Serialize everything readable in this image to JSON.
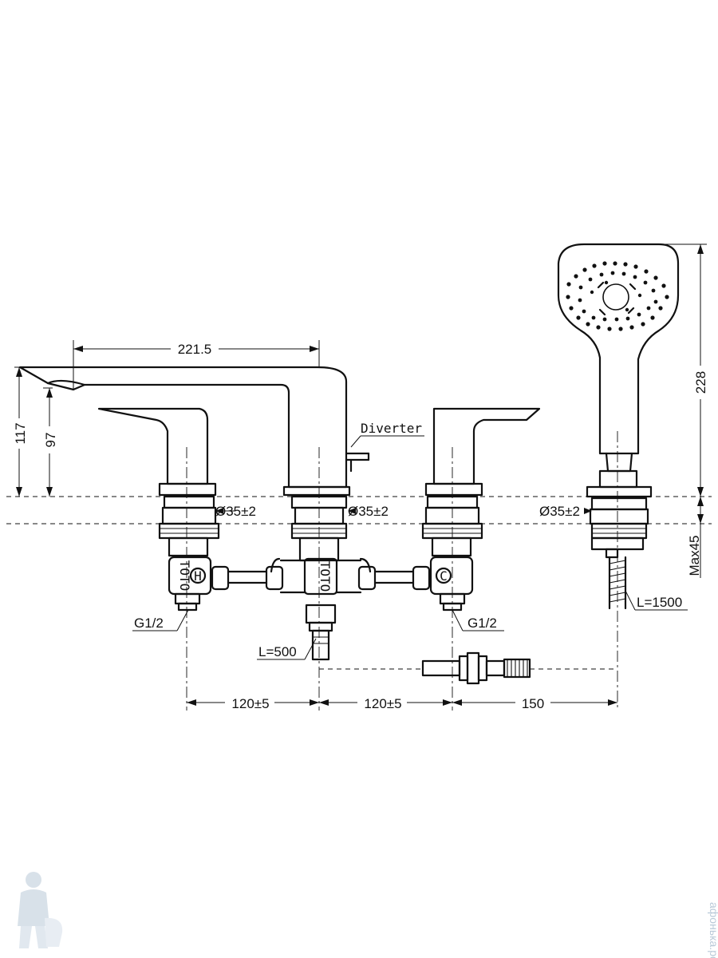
{
  "dimensions": {
    "spout_reach": "221.5",
    "spout_height": "117",
    "spout_outlet_height": "97",
    "handshower_height": "228",
    "max_deck_thickness": "Max45",
    "hole_diameter_left": "Ø35±2",
    "hole_diameter_center": "Ø35±2",
    "hole_diameter_right": "Ø35±2",
    "spacing_left_center": "120±5",
    "spacing_center_right": "120±5",
    "spacing_right_shower": "150"
  },
  "labels": {
    "diverter": "Diverter",
    "connection_left": "G1/2",
    "connection_right": "G1/2",
    "center_hose_length": "L=500",
    "shower_hose_length": "L=1500"
  },
  "markings": {
    "valve_body_brand": "TOTO",
    "hot_mark": "H",
    "cold_mark": "C"
  },
  "watermark": {
    "site": "афонька.рф"
  }
}
